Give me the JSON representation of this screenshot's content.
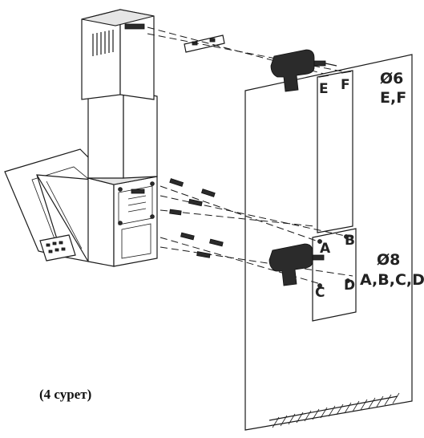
{
  "labels": {
    "point_e": "E",
    "point_f": "F",
    "diameter_top": "Ø6",
    "points_top": "E,F",
    "point_a": "A",
    "point_b": "B",
    "point_c": "C",
    "point_d": "D",
    "diameter_bottom": "Ø8",
    "points_bottom": "A,B,C,D"
  },
  "caption": "(4 сурет)"
}
